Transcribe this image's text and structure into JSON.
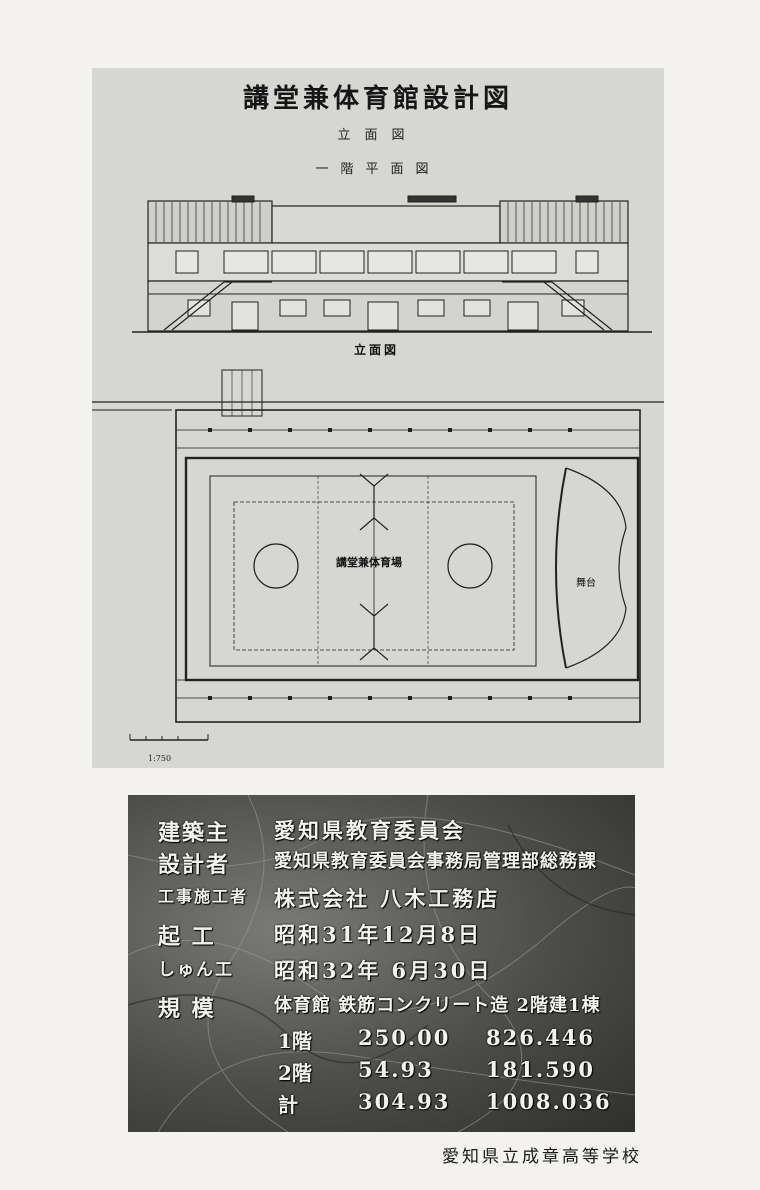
{
  "drawing": {
    "title": "講堂兼体育館設計図",
    "subtitle_1": "立面図",
    "subtitle_2": "一階平面図",
    "elevation_label": "立面図",
    "court_label": "講堂兼体育場",
    "stage_label": "舞台",
    "scale_label": "1:750"
  },
  "plaque": {
    "rows": [
      {
        "label": "建築主",
        "value": "愛知県教育委員会"
      },
      {
        "label": "設計者",
        "value": "愛知県教育委員会事務局管理部総務課"
      },
      {
        "label": "工事施工者",
        "value": "株式会社 八木工務店"
      },
      {
        "label": "起 工",
        "value": "昭和31年12月8日"
      },
      {
        "label": "しゅん工",
        "value": "昭和32年 6月30日"
      },
      {
        "label": "規 模",
        "value": "体育館 鉄筋コンクリート造 2階建1棟"
      }
    ],
    "areas": [
      {
        "label": "1階",
        "tsubo": "250.00",
        "sqm": "826.446"
      },
      {
        "label": "2階",
        "tsubo": "54.93",
        "sqm": "181.590"
      },
      {
        "label": "計",
        "tsubo": "304.93",
        "sqm": "1008.036"
      }
    ]
  },
  "footer": {
    "school": "愛知県立成章高等学校"
  }
}
